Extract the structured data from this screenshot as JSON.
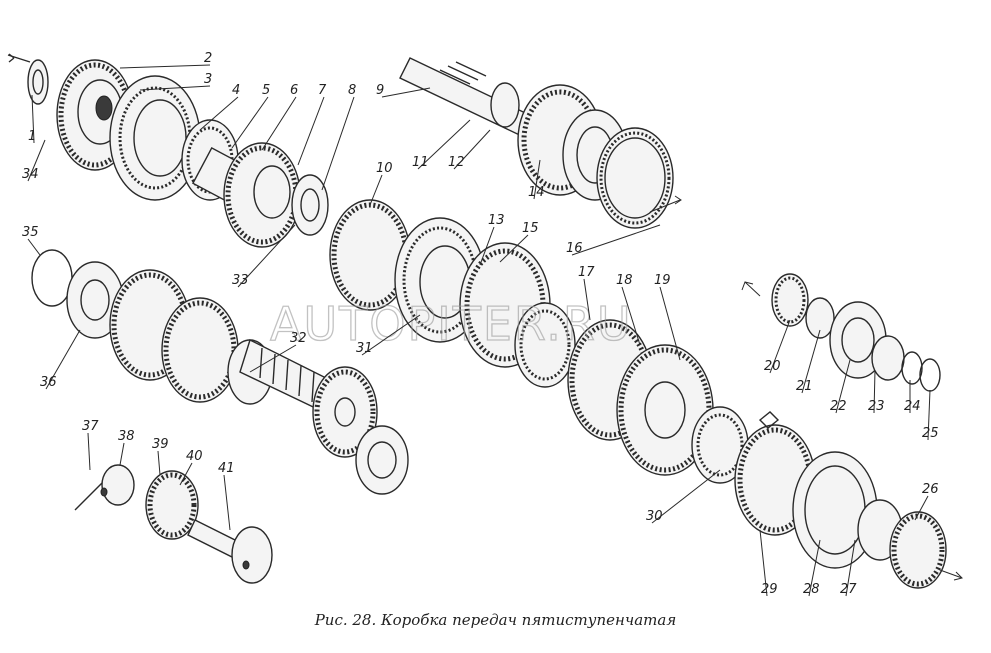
{
  "caption": "Рис. 28. Коробка передач пятиступенчатая",
  "watermark": "AUTOPITER.RU",
  "labels": [
    "1",
    "2",
    "3",
    "4",
    "5",
    "6",
    "7",
    "8",
    "9",
    "10",
    "11",
    "12",
    "13",
    "14",
    "15",
    "16",
    "17",
    "18",
    "19",
    "20",
    "21",
    "22",
    "23",
    "24",
    "25",
    "26",
    "27",
    "28",
    "29",
    "30",
    "31",
    "32",
    "33",
    "34",
    "35",
    "36",
    "37",
    "38",
    "39",
    "40",
    "41"
  ]
}
